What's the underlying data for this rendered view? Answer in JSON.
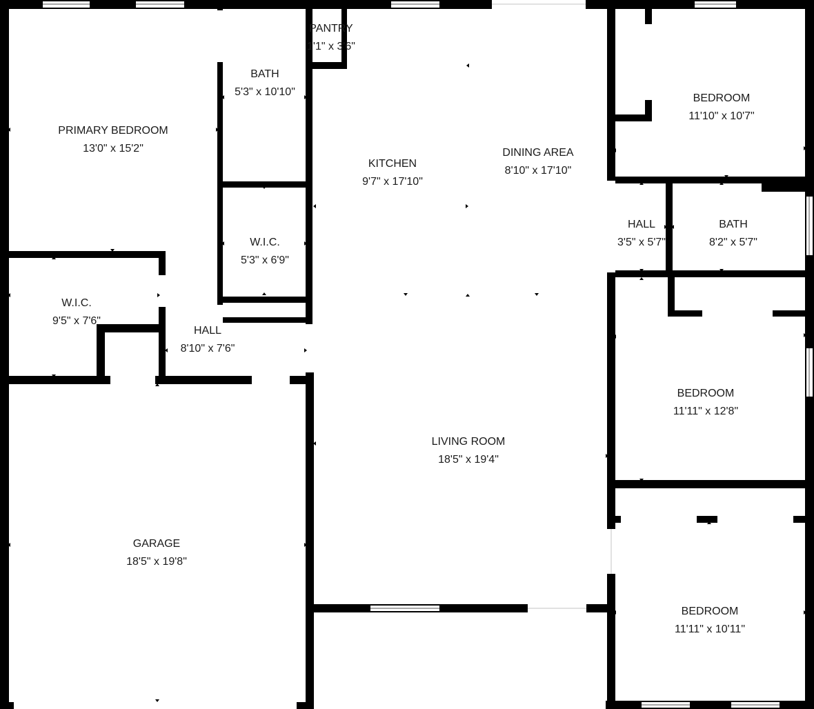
{
  "rooms": {
    "primary_bedroom": {
      "name": "PRIMARY BEDROOM",
      "dims": "13'0\" x 15'2\""
    },
    "bath_main": {
      "name": "BATH",
      "dims": "5'3\" x 10'10\""
    },
    "pantry": {
      "name": "PANTRY",
      "dims": "1'1\" x 3'6\""
    },
    "kitchen": {
      "name": "KITCHEN",
      "dims": "9'7\" x 17'10\""
    },
    "dining_area": {
      "name": "DINING AREA",
      "dims": "8'10\" x 17'10\""
    },
    "bedroom_top": {
      "name": "BEDROOM",
      "dims": "11'10\" x 10'7\""
    },
    "hall_right": {
      "name": "HALL",
      "dims": "3'5\" x 5'7\""
    },
    "bath_right": {
      "name": "BATH",
      "dims": "8'2\" x 5'7\""
    },
    "wic_center": {
      "name": "W.I.C.",
      "dims": "5'3\" x 6'9\""
    },
    "wic_left": {
      "name": "W.I.C.",
      "dims": "9'5\" x 7'6\""
    },
    "hall_left": {
      "name": "HALL",
      "dims": "8'10\" x 7'6\""
    },
    "bedroom_middle": {
      "name": "BEDROOM",
      "dims": "11'11\" x 12'8\""
    },
    "living_room": {
      "name": "LIVING ROOM",
      "dims": "18'5\" x 19'4\""
    },
    "garage": {
      "name": "GARAGE",
      "dims": "18'5\" x 19'8\""
    },
    "bedroom_bottom": {
      "name": "BEDROOM",
      "dims": "11'11\" x 10'11\""
    }
  }
}
